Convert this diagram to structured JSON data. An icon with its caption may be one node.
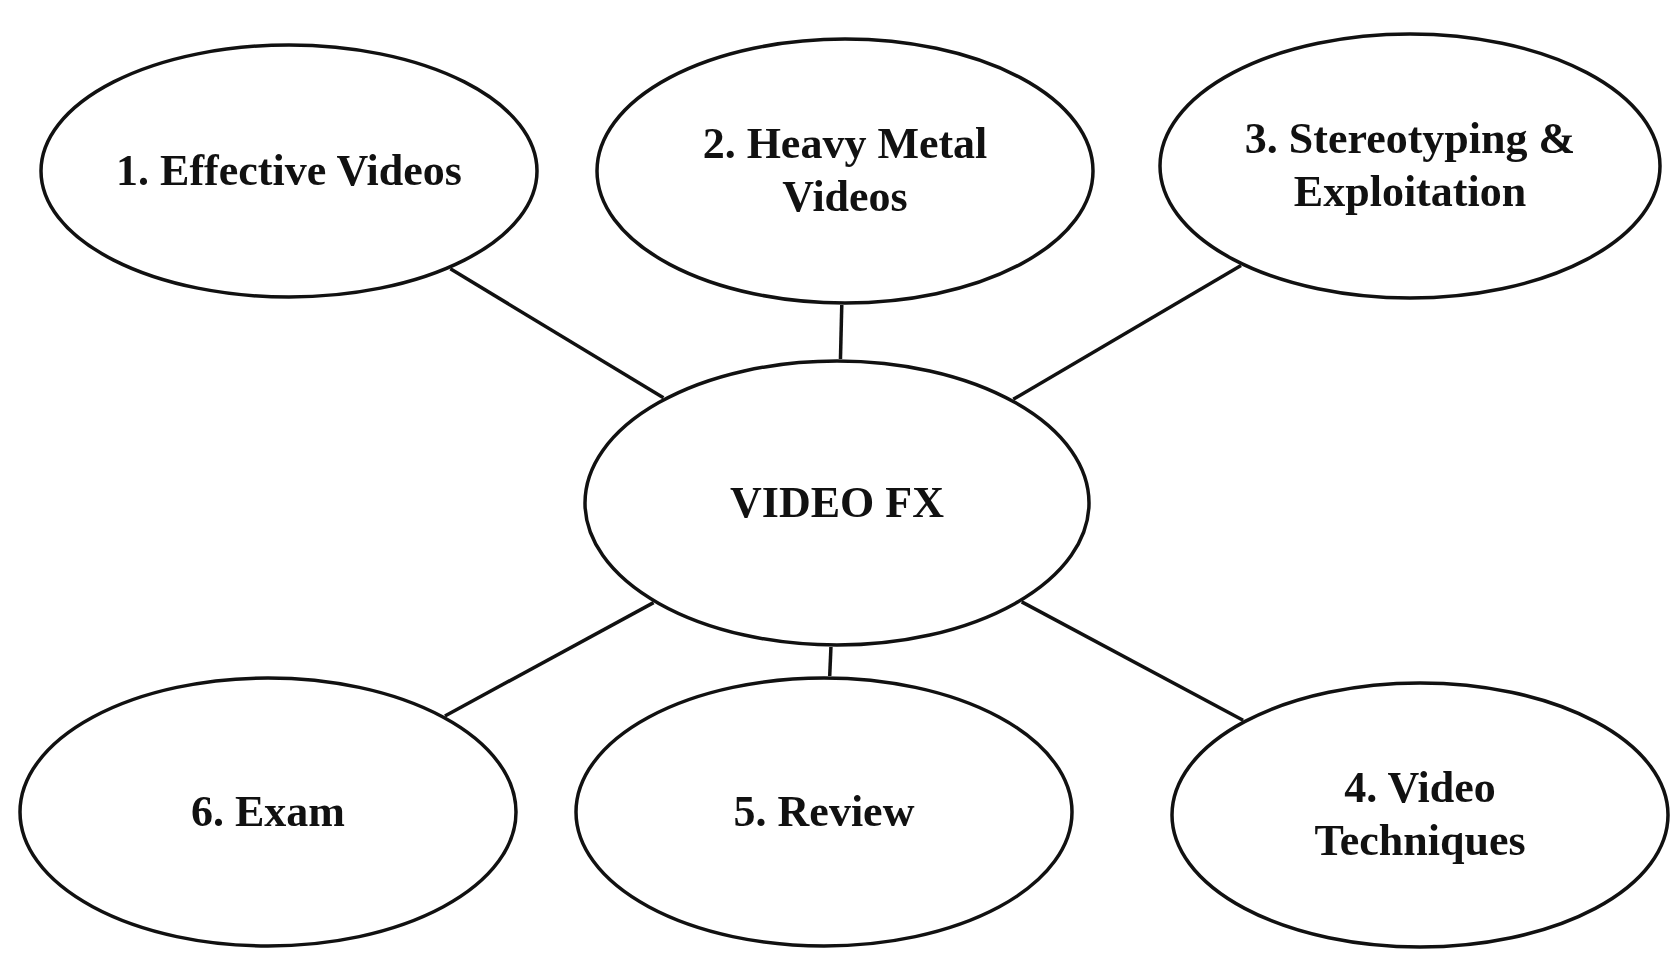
{
  "diagram": {
    "nodes": [
      {
        "text": [
          "1. Effective Videos"
        ]
      },
      {
        "text": [
          "2. Heavy Metal Videos"
        ]
      },
      {
        "text": [
          "3. Stereotyping & Exploitation"
        ]
      },
      {
        "text": [
          "VIDEO FX"
        ]
      },
      {
        "text": [
          "6. Exam"
        ]
      },
      {
        "text": [
          "5. Review"
        ]
      },
      {
        "text": [
          "4. Video Techniques"
        ]
      }
    ],
    "edges": [
      {
        "from": 3,
        "to": 0,
        "arrow": "none"
      },
      {
        "from": 3,
        "to": 1,
        "arrow": "none"
      },
      {
        "from": 3,
        "to": 2,
        "arrow": "none"
      },
      {
        "from": 3,
        "to": 4,
        "arrow": "none"
      },
      {
        "from": 3,
        "to": 5,
        "arrow": "none"
      },
      {
        "from": 3,
        "to": 6,
        "arrow": "none"
      }
    ]
  }
}
